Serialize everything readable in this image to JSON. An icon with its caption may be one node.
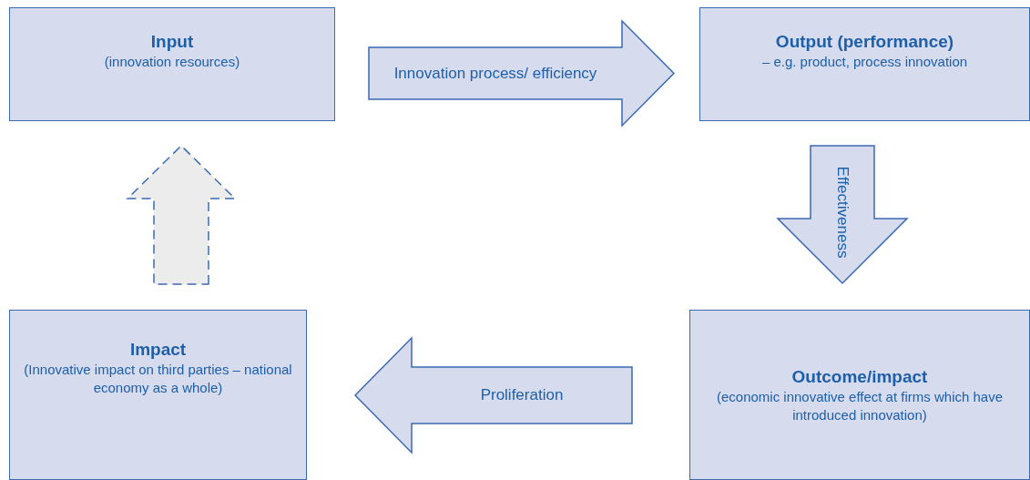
{
  "diagram": {
    "nodes": [
      {
        "text": [
          "Input",
          "(innovation resources)"
        ]
      },
      {
        "text": [
          "Output (performance)",
          "– e.g. product, process innovation"
        ]
      },
      {
        "text": [
          "Impact",
          "(Innovative impact on third parties – national economy as a whole)"
        ]
      },
      {
        "text": [
          "Outcome/impact",
          "(economic innovative effect at firms which have introduced innovation)"
        ]
      }
    ],
    "edges": [
      {
        "from": 0,
        "to": 1,
        "arrow": "to",
        "label": "Innovation process/ efficiency"
      },
      {
        "from": 1,
        "to": 3,
        "arrow": "to",
        "label": "Effectiveness"
      },
      {
        "from": 3,
        "to": 2,
        "arrow": "to",
        "label": "Proliferation"
      },
      {
        "from": 2,
        "to": 0,
        "arrow": "to",
        "style": "dashed"
      }
    ]
  }
}
